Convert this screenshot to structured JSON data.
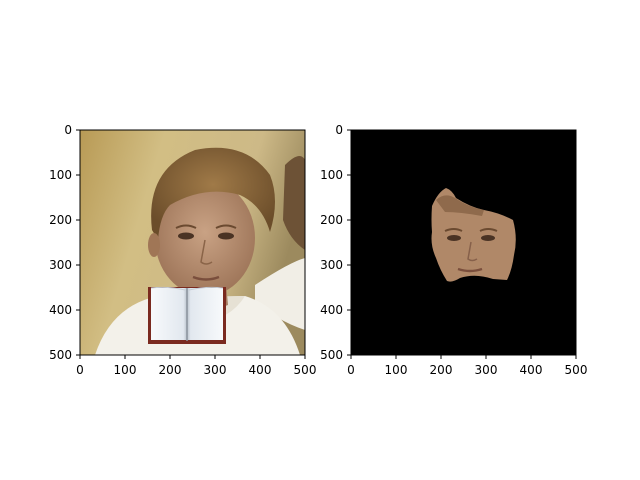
{
  "panels": [
    {
      "name": "original-image",
      "xlim": [
        0,
        500
      ],
      "ylim": [
        500,
        0
      ],
      "xticks": [
        "0",
        "100",
        "200",
        "300",
        "400",
        "500"
      ],
      "yticks": [
        "0",
        "100",
        "200",
        "300",
        "400",
        "500"
      ],
      "content": "photo of a boy's face with an open book icon pasted over the lower center"
    },
    {
      "name": "masked-face",
      "xlim": [
        0,
        500
      ],
      "ylim": [
        500,
        0
      ],
      "xticks": [
        "0",
        "100",
        "200",
        "300",
        "400",
        "500"
      ],
      "yticks": [
        "0",
        "100",
        "200",
        "300",
        "400",
        "500"
      ],
      "content": "face region cut out and shown on a black background"
    }
  ],
  "colors": {
    "panel_frame": "#000000",
    "mask_background": "#000000",
    "photo_background": "#c9b47a",
    "book_cover": "#7a2a1f",
    "skin": "#b58a6a"
  }
}
